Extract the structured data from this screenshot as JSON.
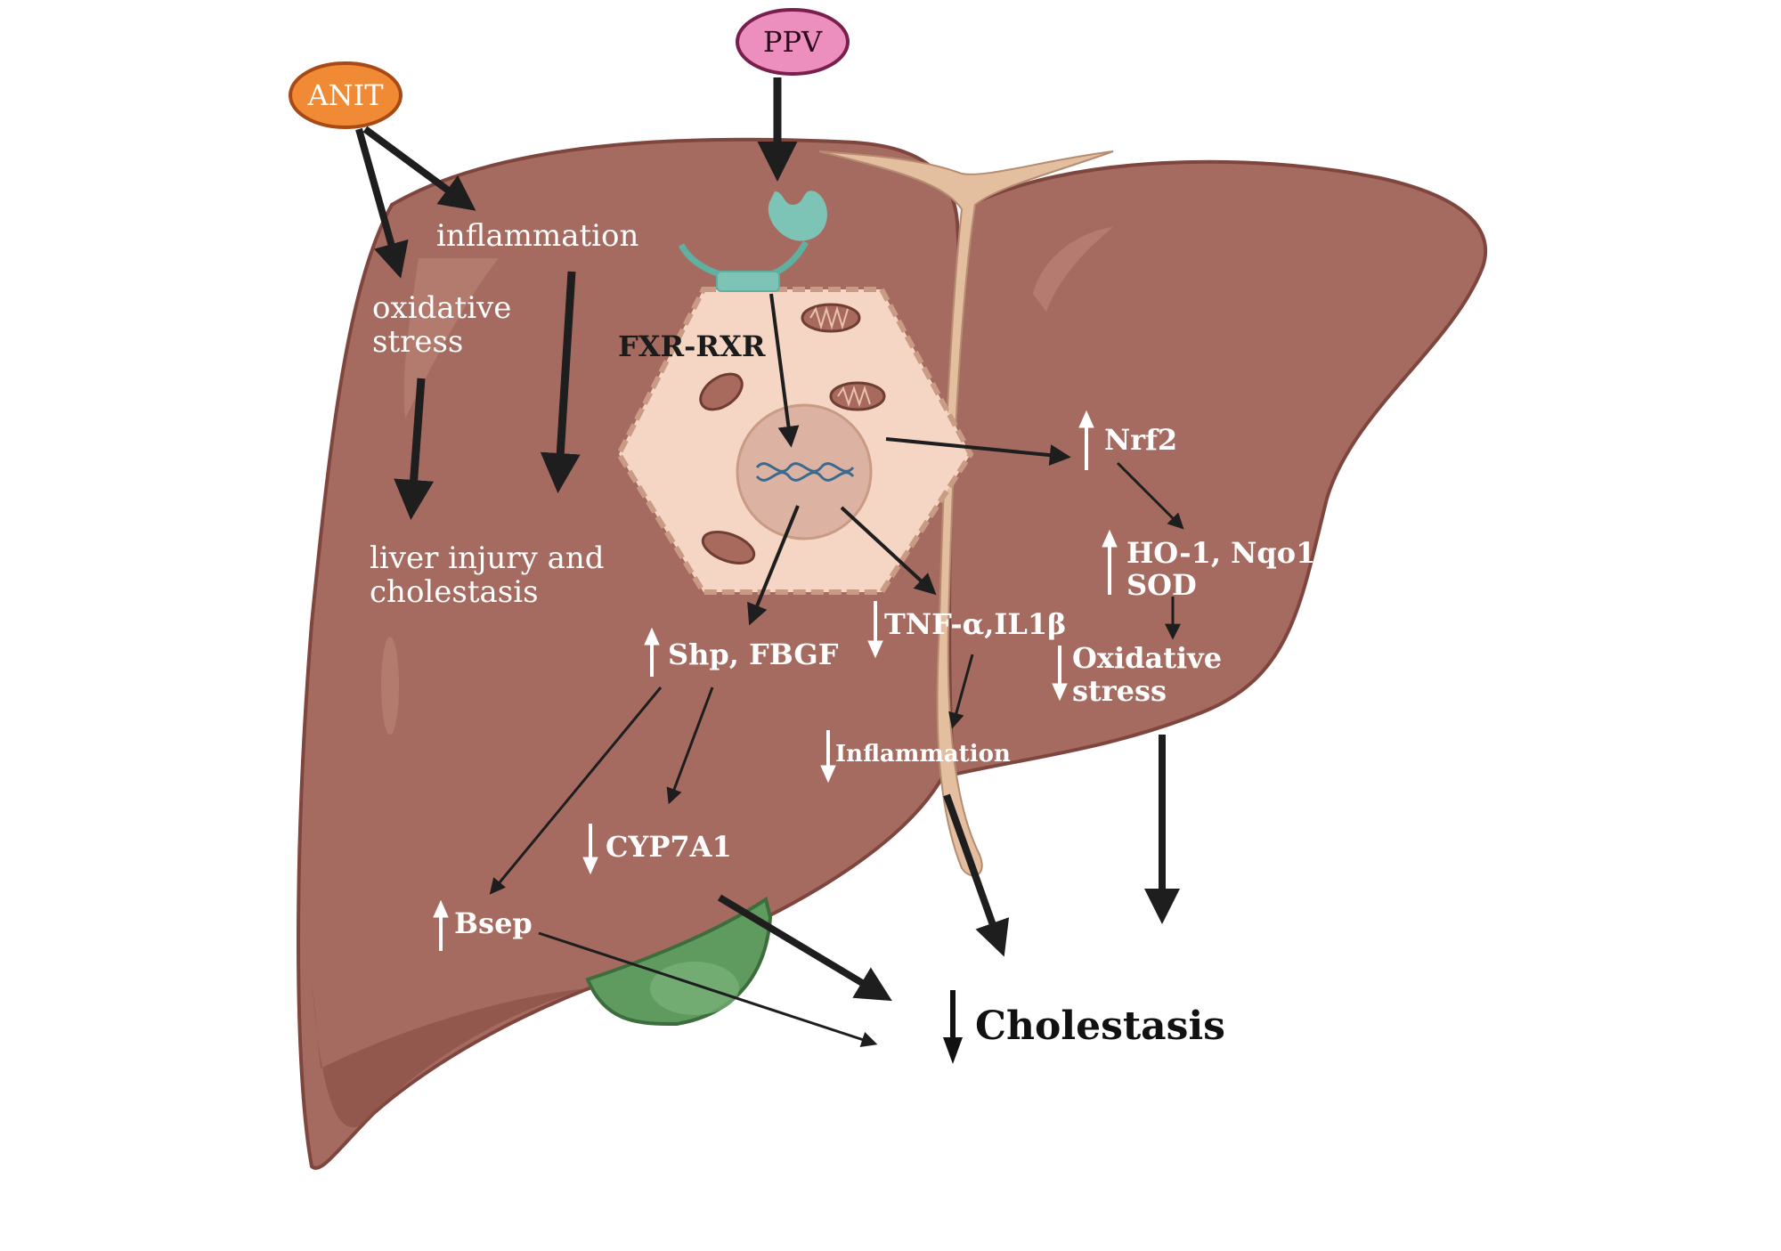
{
  "inputs": {
    "anit": "ANIT",
    "ppv": "PPV"
  },
  "left_panel": {
    "inflammation": "inflammation",
    "oxidative_stress_line1": "oxidative",
    "oxidative_stress_line2": "stress",
    "liver_injury_line1": "liver injury and",
    "liver_injury_line2": "cholestasis"
  },
  "cell": {
    "receptor": "FXR-RXR"
  },
  "pathway": {
    "nrf2": "Nrf2",
    "ho1_line1": "HO-1, Nqo1,",
    "ho1_line2": "SOD",
    "oxidative_line1": "Oxidative",
    "oxidative_line2": "stress",
    "tnf": "TNF-α,IL1β",
    "inflammation": "Inflammation",
    "shp": "Shp, FBGF",
    "cyp": "CYP7A1",
    "bsep": "Bsep"
  },
  "outcome": {
    "cholestasis": "Cholestasis"
  },
  "colors": {
    "liver": "#a66b60",
    "liver_dark": "#8a4f46",
    "liver_highlight": "#b98075",
    "ligament": "#e3bfa0",
    "gallbladder": "#5f9a5e",
    "cell": "#f5d5c3",
    "cell_border": "#c99a84",
    "nucleus": "#dcb3a3",
    "receptor": "#7dc3b6",
    "mitochondria": "#a86a5c",
    "anit_fill": "#f08a34",
    "ppv_fill": "#ec8fbf",
    "arrow": "#1e1e1e"
  }
}
